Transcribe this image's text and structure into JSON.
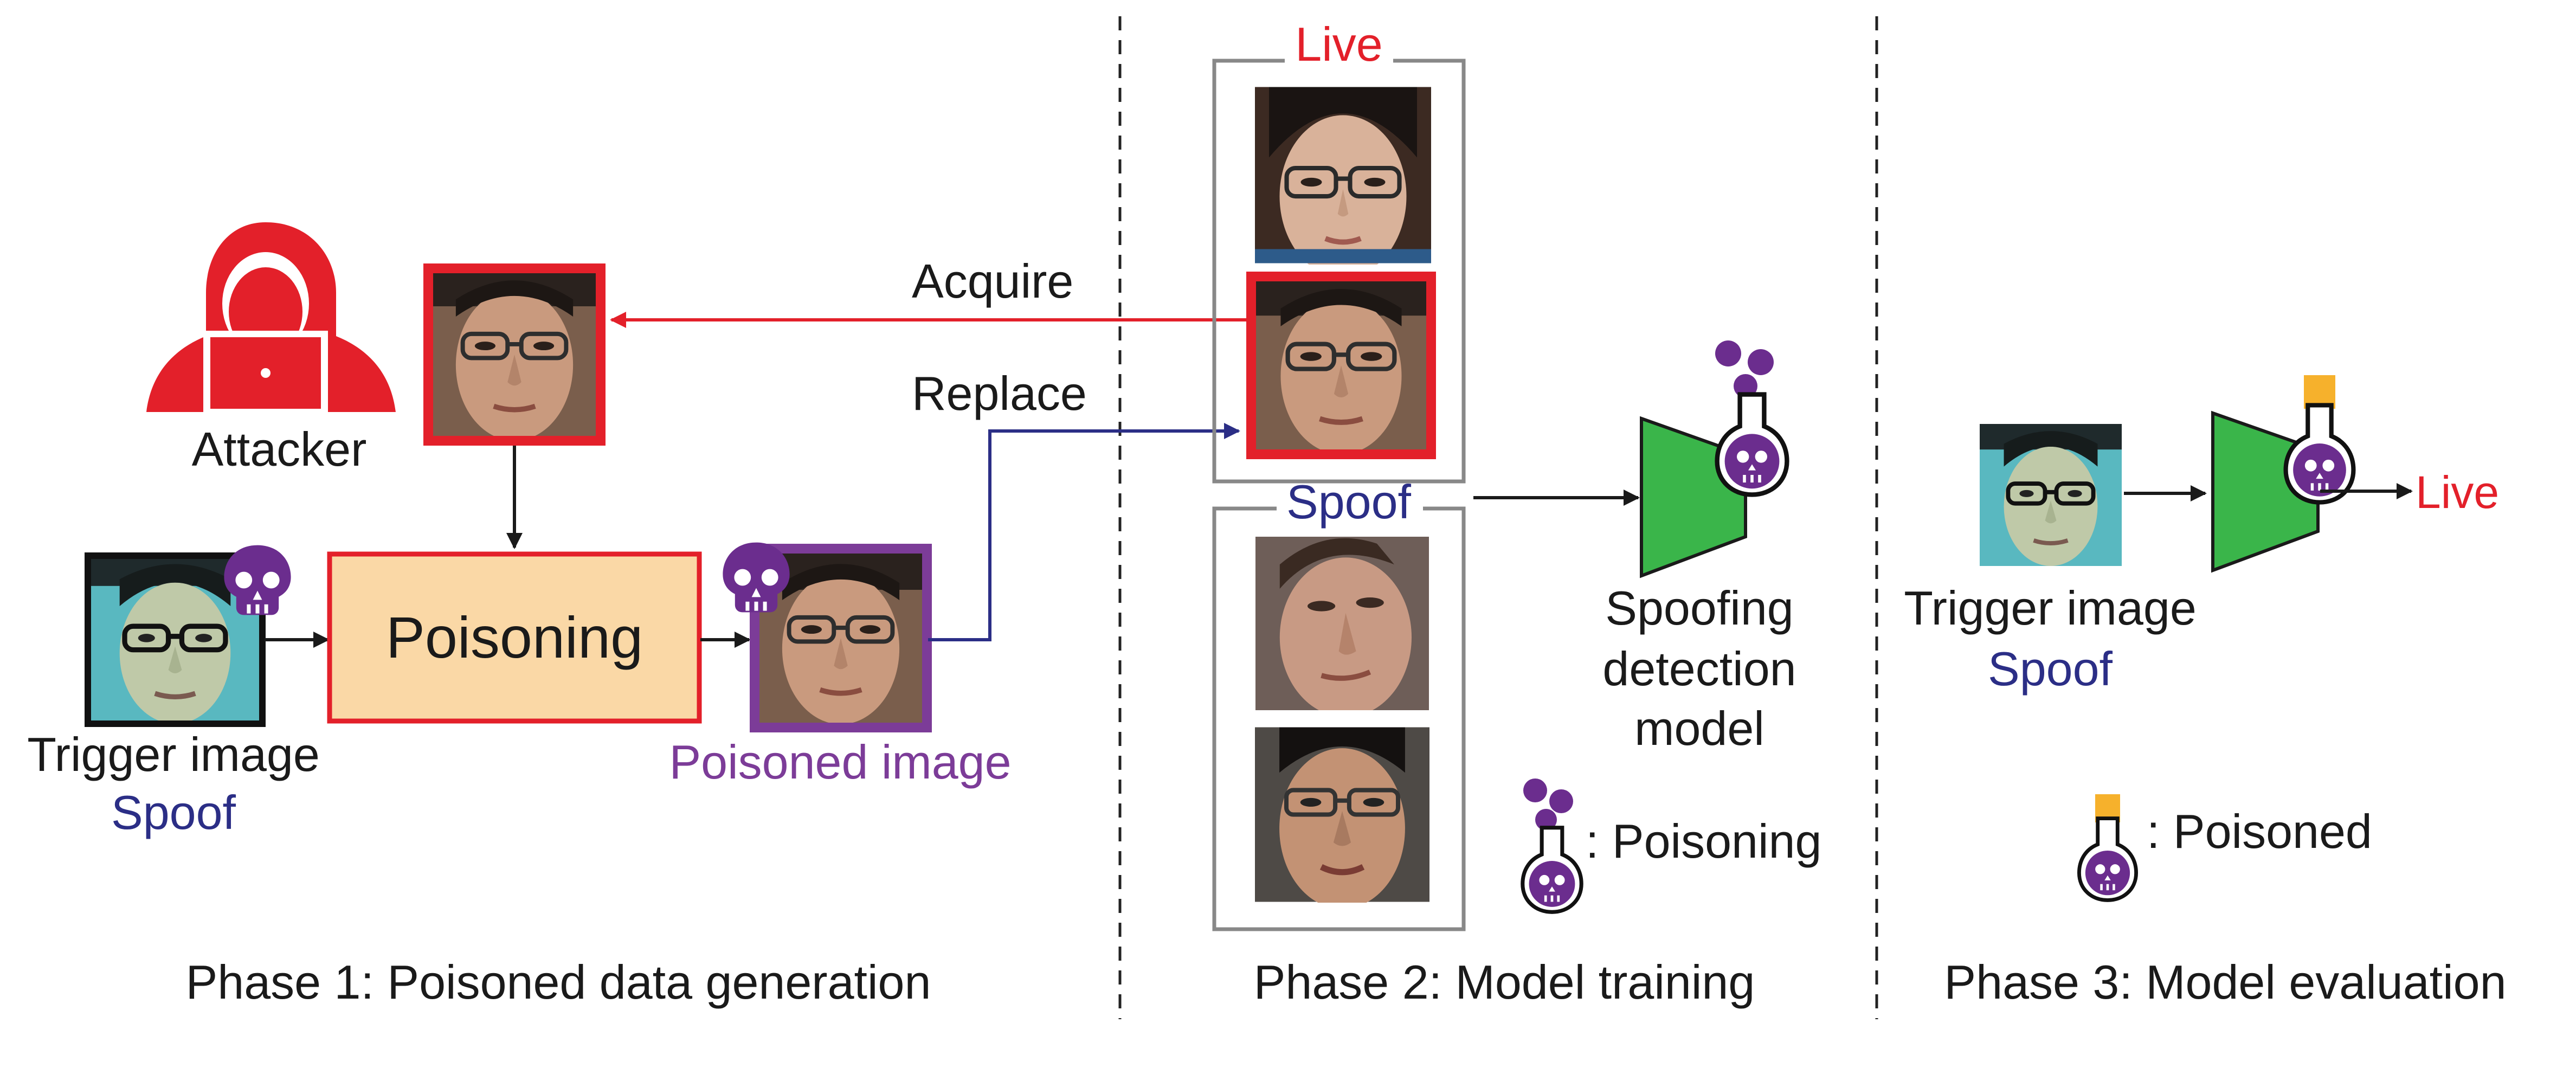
{
  "phases": {
    "phase1": "Phase 1: Poisoned data generation",
    "phase2": "Phase 2: Model training",
    "phase3": "Phase 3: Model evaluation"
  },
  "phase1": {
    "attacker_label": "Attacker",
    "trigger_label": "Trigger image",
    "trigger_class": "Spoof",
    "poisoning_box": "Poisoning",
    "poisoned_image_label": "Poisoned image",
    "acquire": "Acquire",
    "replace": "Replace"
  },
  "phase2": {
    "live_label": "Live",
    "spoof_label": "Spoof",
    "model_label_lines": [
      "Spoofing",
      "detection",
      "model"
    ],
    "legend_label": ": Poisoning"
  },
  "phase3": {
    "trigger_label": "Trigger image",
    "trigger_class": "Spoof",
    "output_label": "Live",
    "legend_label": ": Poisoned"
  },
  "colors": {
    "live_red": "#e3202a",
    "spoof_blue": "#2b2e86",
    "poison_purple": "#7c3c98",
    "model_green": "#3ab54a",
    "poisoning_box_fill": "#fad8a6",
    "flask_cap": "#f6b12c"
  },
  "icons": [
    "hooded-attacker-icon",
    "skull-icon",
    "flask-bubbles-icon",
    "flask-capped-icon"
  ]
}
